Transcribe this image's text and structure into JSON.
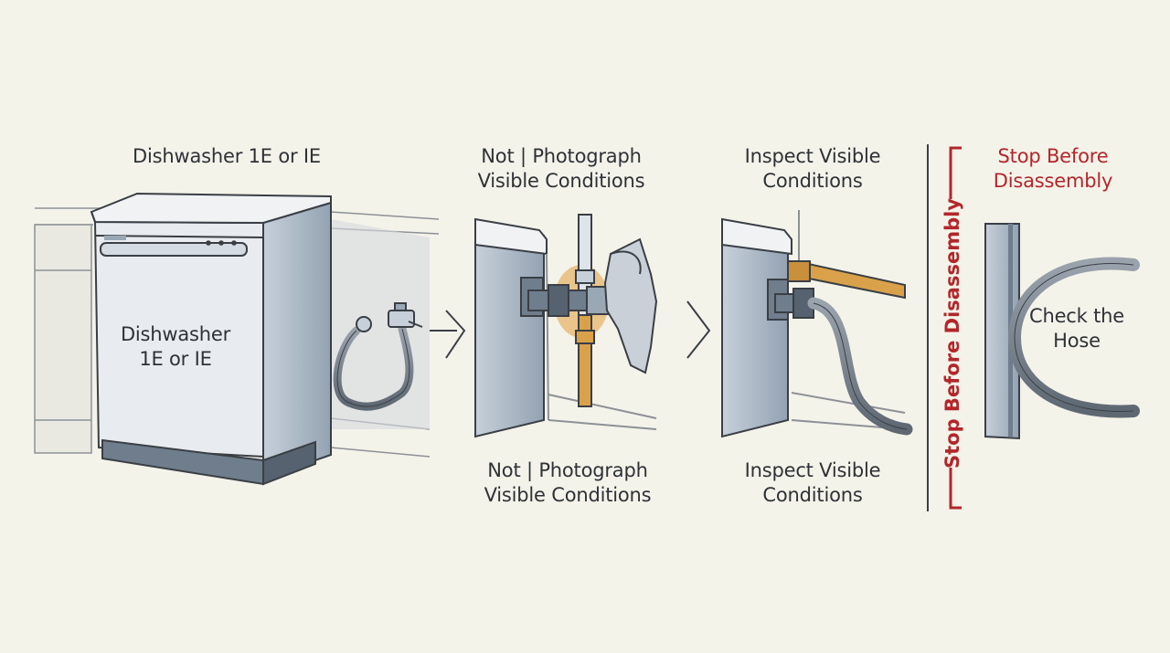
{
  "panels": [
    {
      "id": "dishwasher",
      "top_label": "Dishwasher 1E or IE",
      "center_label": "Dishwasher\n1E or IE"
    },
    {
      "id": "photograph",
      "top_label": "Not | Photograph\nVisible Conditions",
      "bottom_label": "Not | Photograph\nVisible Conditions"
    },
    {
      "id": "inspect",
      "top_label": "Inspect Visible\nConditions",
      "bottom_label": "Inspect Visible\nConditions"
    },
    {
      "id": "stop",
      "top_label": "Stop Before\nDisassembly",
      "vertical_label": "Stop Before Disassembly",
      "center_label": "Check the\nHose"
    }
  ],
  "colors": {
    "background": "#f4f3ea",
    "steel": "#a9b5c2",
    "steel_dark": "#6f7d8c",
    "copper": "#d9a24a",
    "warning_red": "#b3262a",
    "ink": "#2e3236"
  },
  "icons": [
    "arrow-right-icon",
    "chevron-right-icon"
  ]
}
